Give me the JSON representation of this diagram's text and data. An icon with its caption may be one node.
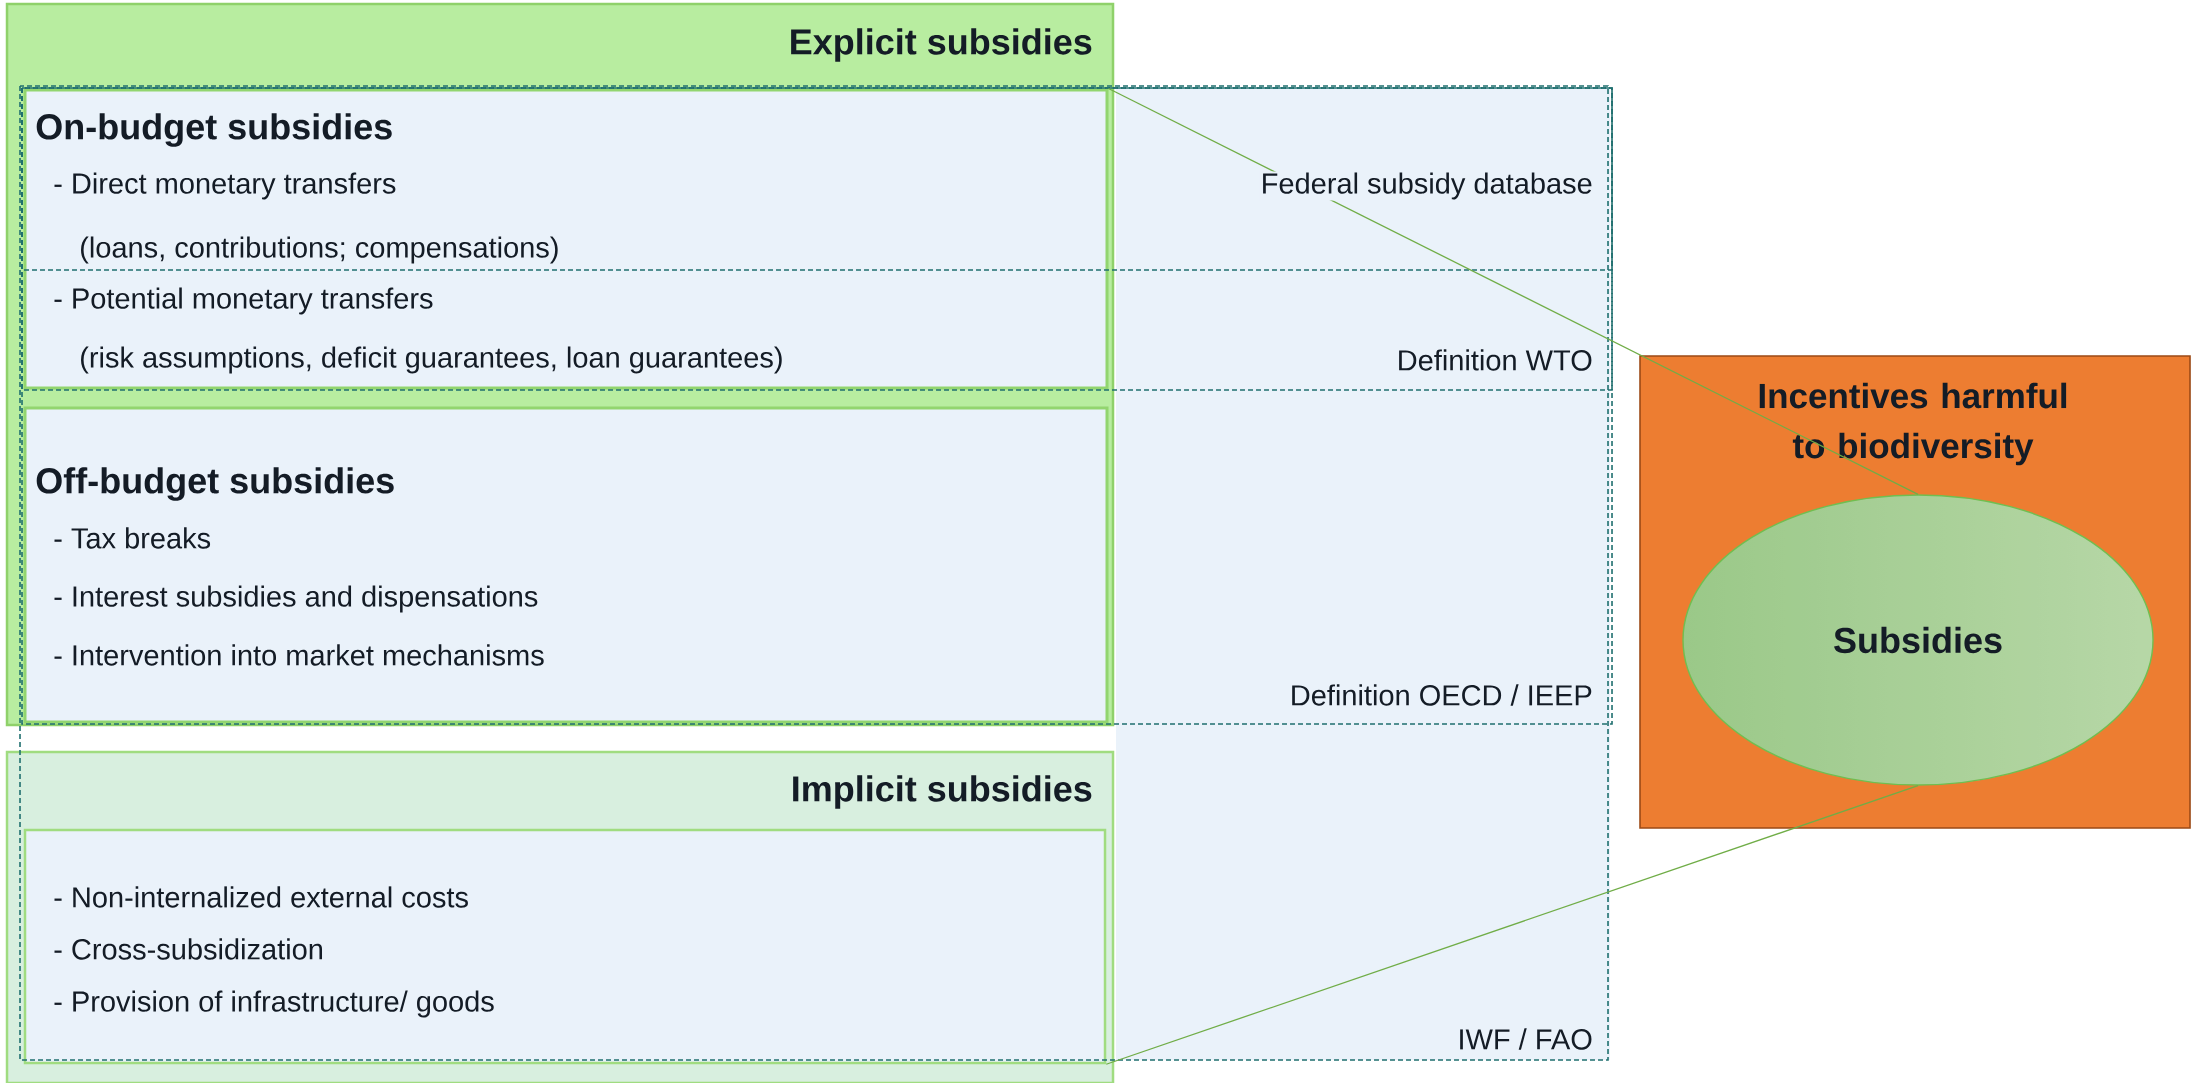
{
  "diagram": {
    "nodes": [
      {
        "text": [
          "Explicit subsidies"
        ]
      },
      {
        "text": [
          "On-budget subsidies",
          "- Direct monetary transfers",
          "(loans,  contributions; compensations)",
          "- Potential monetary transfers",
          "(risk assumptions, deficit guarantees, loan guarantees)"
        ],
        "in": 0
      },
      {
        "text": [
          "Off-budget subsidies",
          "- Tax breaks",
          "- Interest subsidies and dispensations",
          "- Intervention into market mechanisms"
        ],
        "in": 0
      },
      {
        "text": [
          "Implicit subsidies"
        ]
      },
      {
        "text": [
          "- Non-internalized external costs",
          "- Cross-subsidization",
          "- Provision of infrastructure/ goods"
        ],
        "in": 3
      },
      {
        "text": [
          "Incentives harmful to biodiversity"
        ]
      },
      {
        "text": [
          "Subsidies"
        ],
        "in": 5
      }
    ],
    "edges": [
      {
        "from": 1,
        "to": 6,
        "arrow": "none"
      },
      {
        "from": 4,
        "to": 6,
        "arrow": "none"
      }
    ],
    "labels": [
      "Federal subsidy database",
      "Definition WTO",
      "Definition OECD / IEEP",
      "IWF / FAO"
    ]
  }
}
